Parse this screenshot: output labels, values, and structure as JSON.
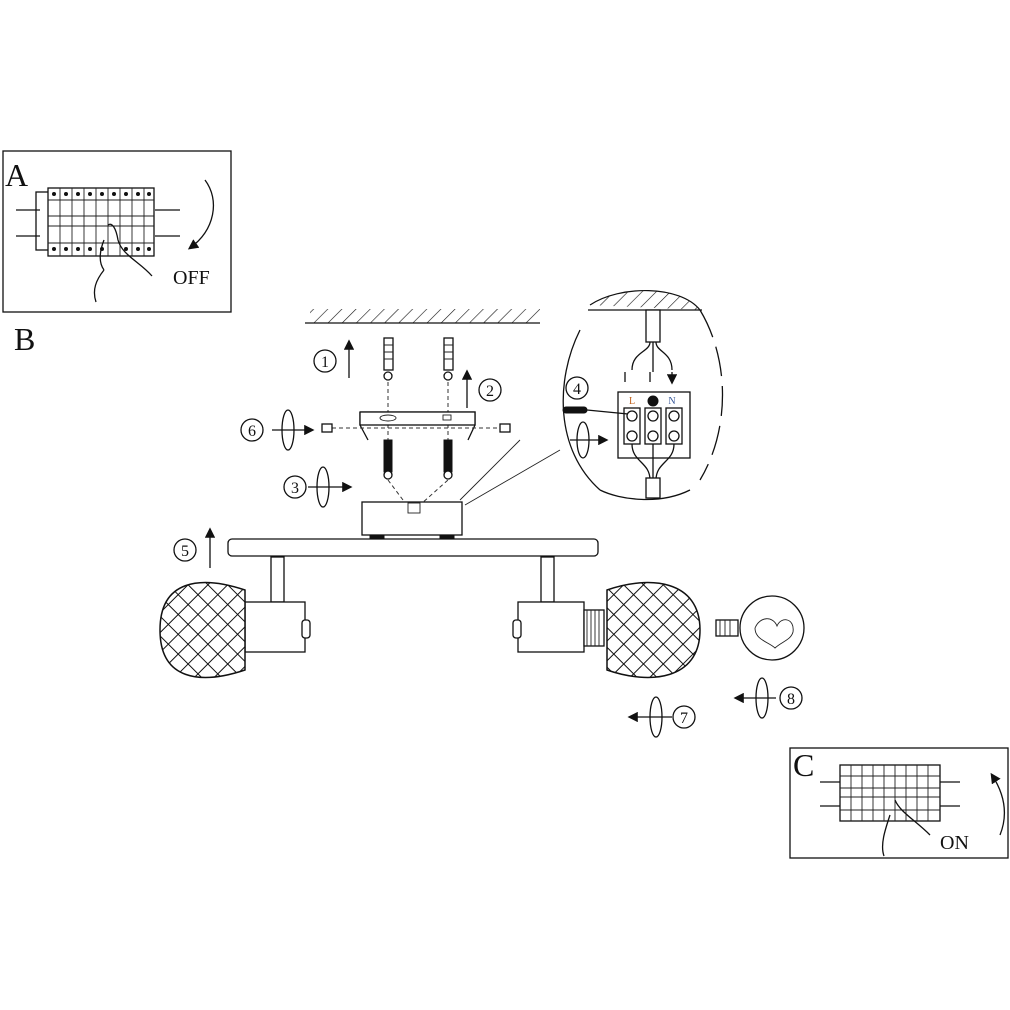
{
  "panel_a": {
    "letter": "A",
    "label": "OFF"
  },
  "panel_b": {
    "letter": "B"
  },
  "panel_c": {
    "letter": "C",
    "label": "ON"
  },
  "terminal": {
    "live": "L",
    "neutral": "N",
    "live_color": "#c0601a",
    "neutral_color": "#3a5a9a"
  },
  "steps": [
    "1",
    "2",
    "3",
    "4",
    "5",
    "6",
    "7",
    "8"
  ]
}
